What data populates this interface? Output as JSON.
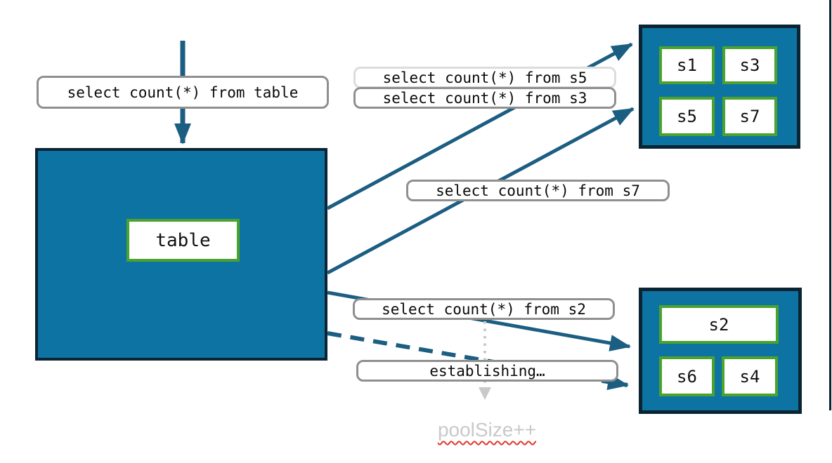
{
  "colors": {
    "teal_fill": "#0d73a2",
    "dark_border": "#0b2433",
    "green_border": "#4ba32e",
    "arrow_blue": "#1c5e82",
    "label_border_gray": "#8f8f8f",
    "label_border_light": "#dcdcdc",
    "muted_gray": "#c9c9c9",
    "squiggle_red": "#e0392e"
  },
  "table_box": {
    "label": "table"
  },
  "shards_top": [
    "s1",
    "s3",
    "s5",
    "s7"
  ],
  "shards_bottom": [
    "s2",
    "s6",
    "s4"
  ],
  "labels": {
    "query_table": "select count(*) from table",
    "query_s5": "select count(*) from s5",
    "query_s3": "select count(*) from s3",
    "query_s7": "select count(*) from s7",
    "query_s2": "select count(*) from s2",
    "establishing": "establishing…",
    "poolsize": "poolSize++"
  }
}
